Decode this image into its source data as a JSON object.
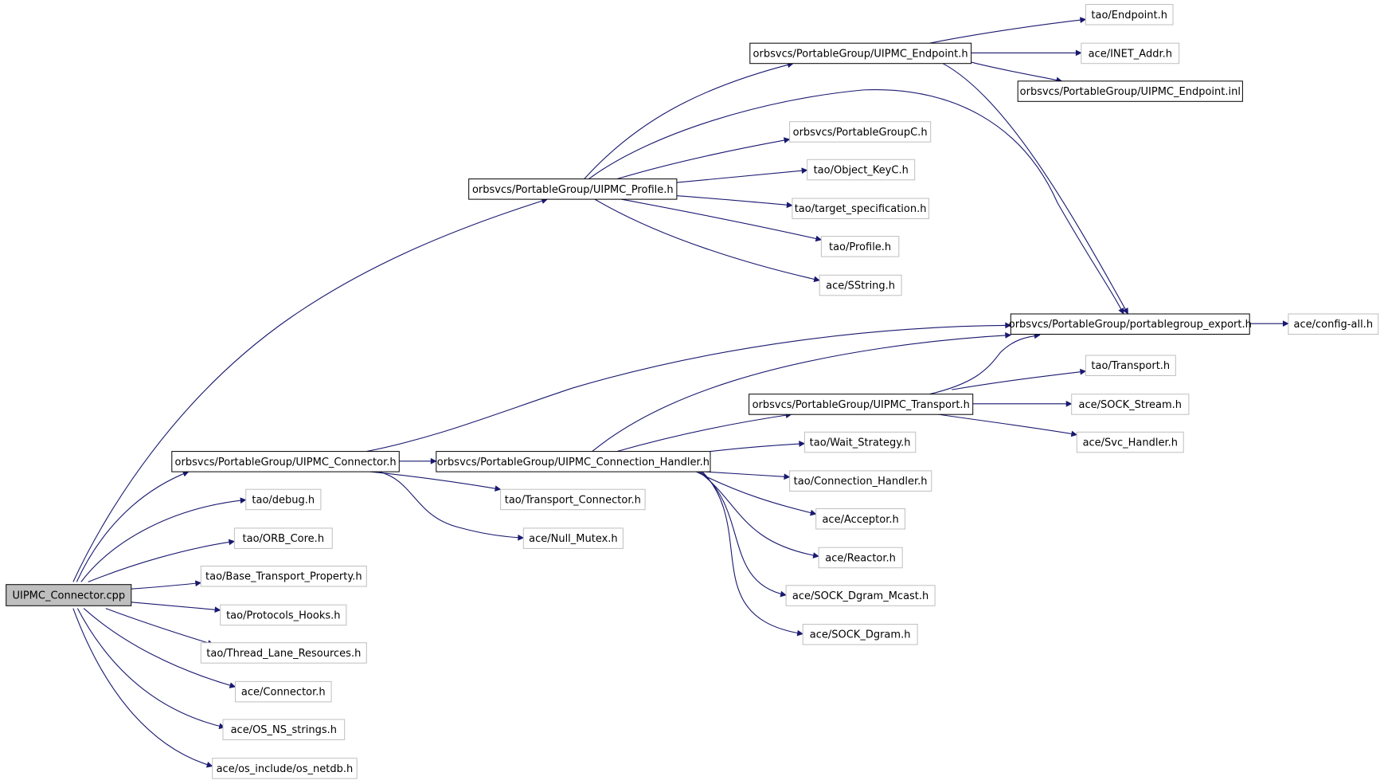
{
  "colors": {
    "edge": "#191970",
    "root_fill": "#bfbfbf",
    "documented_border": "#000000",
    "undocumented_border": "#bfbfbf",
    "background": "#ffffff"
  },
  "nodes": {
    "uipmc_connector_cpp": {
      "label": "UIPMC_Connector.cpp",
      "kind": "root"
    },
    "uipmc_connector_h": {
      "label": "orbsvcs/PortableGroup/UIPMC_Connector.h",
      "kind": "documented"
    },
    "uipmc_profile_h": {
      "label": "orbsvcs/PortableGroup/UIPMC_Profile.h",
      "kind": "documented"
    },
    "uipmc_endpoint_h": {
      "label": "orbsvcs/PortableGroup/UIPMC_Endpoint.h",
      "kind": "documented"
    },
    "uipmc_endpoint_inl": {
      "label": "orbsvcs/PortableGroup/UIPMC_Endpoint.inl",
      "kind": "documented"
    },
    "portablegroup_export_h": {
      "label": "orbsvcs/PortableGroup/portablegroup_export.h",
      "kind": "documented"
    },
    "uipmc_connection_handler_h": {
      "label": "orbsvcs/PortableGroup/UIPMC_Connection_Handler.h",
      "kind": "documented"
    },
    "uipmc_transport_h": {
      "label": "orbsvcs/PortableGroup/UIPMC_Transport.h",
      "kind": "documented"
    },
    "tao_endpoint_h": {
      "label": "tao/Endpoint.h",
      "kind": "undocumented"
    },
    "ace_inet_addr_h": {
      "label": "ace/INET_Addr.h",
      "kind": "undocumented"
    },
    "portablegroupc_h": {
      "label": "orbsvcs/PortableGroupC.h",
      "kind": "undocumented"
    },
    "tao_object_keyc_h": {
      "label": "tao/Object_KeyC.h",
      "kind": "undocumented"
    },
    "tao_target_specification_h": {
      "label": "tao/target_specification.h",
      "kind": "undocumented"
    },
    "tao_profile_h": {
      "label": "tao/Profile.h",
      "kind": "undocumented"
    },
    "ace_sstring_h": {
      "label": "ace/SString.h",
      "kind": "undocumented"
    },
    "ace_config_all_h": {
      "label": "ace/config-all.h",
      "kind": "undocumented"
    },
    "tao_transport_h": {
      "label": "tao/Transport.h",
      "kind": "undocumented"
    },
    "ace_sock_stream_h": {
      "label": "ace/SOCK_Stream.h",
      "kind": "undocumented"
    },
    "ace_svc_handler_h": {
      "label": "ace/Svc_Handler.h",
      "kind": "undocumented"
    },
    "tao_wait_strategy_h": {
      "label": "tao/Wait_Strategy.h",
      "kind": "undocumented"
    },
    "tao_connection_handler_h": {
      "label": "tao/Connection_Handler.h",
      "kind": "undocumented"
    },
    "ace_acceptor_h": {
      "label": "ace/Acceptor.h",
      "kind": "undocumented"
    },
    "ace_reactor_h": {
      "label": "ace/Reactor.h",
      "kind": "undocumented"
    },
    "ace_sock_dgram_mcast_h": {
      "label": "ace/SOCK_Dgram_Mcast.h",
      "kind": "undocumented"
    },
    "ace_sock_dgram_h": {
      "label": "ace/SOCK_Dgram.h",
      "kind": "undocumented"
    },
    "tao_transport_connector_h": {
      "label": "tao/Transport_Connector.h",
      "kind": "undocumented"
    },
    "ace_null_mutex_h": {
      "label": "ace/Null_Mutex.h",
      "kind": "undocumented"
    },
    "tao_debug_h": {
      "label": "tao/debug.h",
      "kind": "undocumented"
    },
    "tao_orb_core_h": {
      "label": "tao/ORB_Core.h",
      "kind": "undocumented"
    },
    "tao_base_transport_property_h": {
      "label": "tao/Base_Transport_Property.h",
      "kind": "undocumented"
    },
    "tao_protocols_hooks_h": {
      "label": "tao/Protocols_Hooks.h",
      "kind": "undocumented"
    },
    "tao_thread_lane_resources_h": {
      "label": "tao/Thread_Lane_Resources.h",
      "kind": "undocumented"
    },
    "ace_connector_h": {
      "label": "ace/Connector.h",
      "kind": "undocumented"
    },
    "ace_os_ns_strings_h": {
      "label": "ace/OS_NS_strings.h",
      "kind": "undocumented"
    },
    "ace_os_netdb_h": {
      "label": "ace/os_include/os_netdb.h",
      "kind": "undocumented"
    }
  },
  "edges": [
    [
      "uipmc_connector_cpp",
      "uipmc_profile_h"
    ],
    [
      "uipmc_connector_cpp",
      "uipmc_connector_h"
    ],
    [
      "uipmc_connector_cpp",
      "tao_debug_h"
    ],
    [
      "uipmc_connector_cpp",
      "tao_orb_core_h"
    ],
    [
      "uipmc_connector_cpp",
      "tao_base_transport_property_h"
    ],
    [
      "uipmc_connector_cpp",
      "tao_protocols_hooks_h"
    ],
    [
      "uipmc_connector_cpp",
      "tao_thread_lane_resources_h"
    ],
    [
      "uipmc_connector_cpp",
      "ace_connector_h"
    ],
    [
      "uipmc_connector_cpp",
      "ace_os_ns_strings_h"
    ],
    [
      "uipmc_connector_cpp",
      "ace_os_netdb_h"
    ],
    [
      "uipmc_profile_h",
      "uipmc_endpoint_h"
    ],
    [
      "uipmc_profile_h",
      "portablegroup_export_h"
    ],
    [
      "uipmc_profile_h",
      "portablegroupc_h"
    ],
    [
      "uipmc_profile_h",
      "tao_object_keyc_h"
    ],
    [
      "uipmc_profile_h",
      "tao_target_specification_h"
    ],
    [
      "uipmc_profile_h",
      "tao_profile_h"
    ],
    [
      "uipmc_profile_h",
      "ace_sstring_h"
    ],
    [
      "uipmc_endpoint_h",
      "tao_endpoint_h"
    ],
    [
      "uipmc_endpoint_h",
      "ace_inet_addr_h"
    ],
    [
      "uipmc_endpoint_h",
      "uipmc_endpoint_inl"
    ],
    [
      "uipmc_endpoint_h",
      "portablegroup_export_h"
    ],
    [
      "portablegroup_export_h",
      "ace_config_all_h"
    ],
    [
      "uipmc_connector_h",
      "portablegroup_export_h"
    ],
    [
      "uipmc_connector_h",
      "uipmc_connection_handler_h"
    ],
    [
      "uipmc_connector_h",
      "tao_transport_connector_h"
    ],
    [
      "uipmc_connector_h",
      "ace_null_mutex_h"
    ],
    [
      "uipmc_connection_handler_h",
      "portablegroup_export_h"
    ],
    [
      "uipmc_connection_handler_h",
      "uipmc_transport_h"
    ],
    [
      "uipmc_connection_handler_h",
      "tao_wait_strategy_h"
    ],
    [
      "uipmc_connection_handler_h",
      "tao_connection_handler_h"
    ],
    [
      "uipmc_connection_handler_h",
      "ace_acceptor_h"
    ],
    [
      "uipmc_connection_handler_h",
      "ace_reactor_h"
    ],
    [
      "uipmc_connection_handler_h",
      "ace_sock_dgram_mcast_h"
    ],
    [
      "uipmc_connection_handler_h",
      "ace_sock_dgram_h"
    ],
    [
      "uipmc_transport_h",
      "portablegroup_export_h"
    ],
    [
      "uipmc_transport_h",
      "tao_transport_h"
    ],
    [
      "uipmc_transport_h",
      "ace_sock_stream_h"
    ],
    [
      "uipmc_transport_h",
      "ace_svc_handler_h"
    ]
  ]
}
